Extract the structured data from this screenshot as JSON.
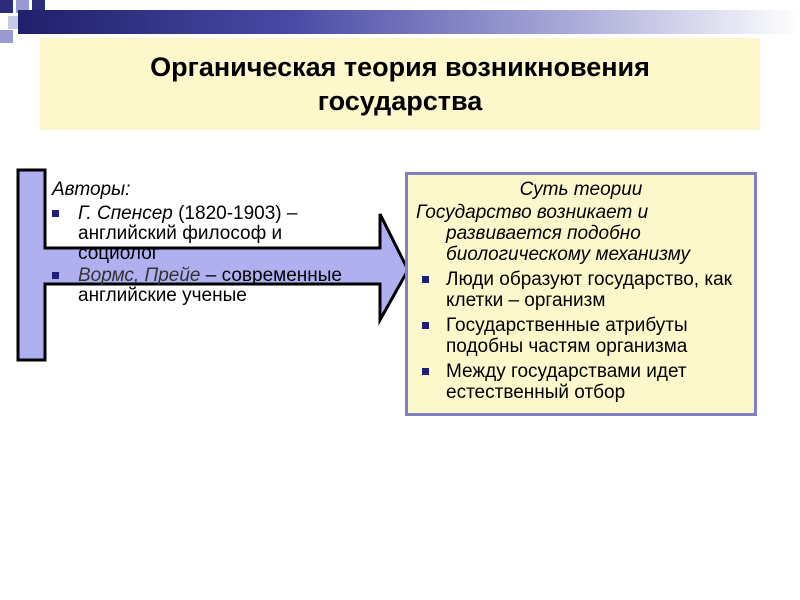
{
  "title": "Органическая теория возникновения государства",
  "authors": {
    "heading": "Авторы:",
    "items": [
      {
        "italic_part": "Г. Спенсер",
        "rest": " (1820-1903) – английский философ и социолог"
      },
      {
        "italic_part": "Вормс, Прейе",
        "rest": " – современные английские ученые"
      }
    ]
  },
  "essence": {
    "heading": "Суть теории",
    "lead_line1": "Государство возникает и",
    "lead_line2": "развивается подобно биологическому механизму",
    "items": [
      "Люди образуют государство, как клетки – организм",
      "Государственные атрибуты подобны частям организма",
      "Между государствами идет естественный отбор"
    ]
  },
  "colors": {
    "arrow_fill": "#b0b0f0",
    "panel_bg": "#fcf8cc",
    "panel_border": "#8080c0",
    "bullet": "#1f1f7a",
    "bar_dark": "#1f1f6b"
  }
}
